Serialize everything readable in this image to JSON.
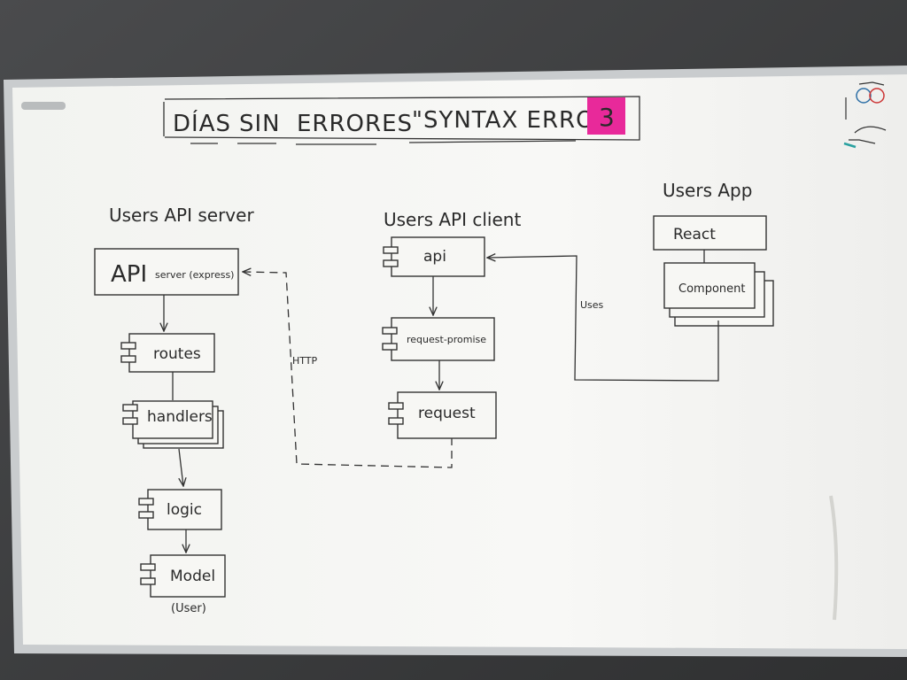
{
  "banner": {
    "days": "DÍAS",
    "without": "SIN",
    "errors": "ERRORES",
    "quote": "\"SYNTAX ERROR\"",
    "count": "3",
    "sticky_color": "#e8299a"
  },
  "server": {
    "title": "Users API server",
    "api_main": "API",
    "api_sub": "server (express)",
    "routes": "routes",
    "handlers": "handlers",
    "logic": "logic",
    "model": "Model",
    "model_note": "(User)"
  },
  "client": {
    "title": "Users API client",
    "api": "api",
    "request_promise": "request-promise",
    "request": "request"
  },
  "app": {
    "title": "Users App",
    "react": "React",
    "component": "Component"
  },
  "edges": {
    "http": "HTTP",
    "uses": "Uses"
  },
  "colors": {
    "board": "#f7f7f4",
    "frame": "#c9ccce",
    "wall": "#3a3b3c",
    "marker": "#333333"
  }
}
